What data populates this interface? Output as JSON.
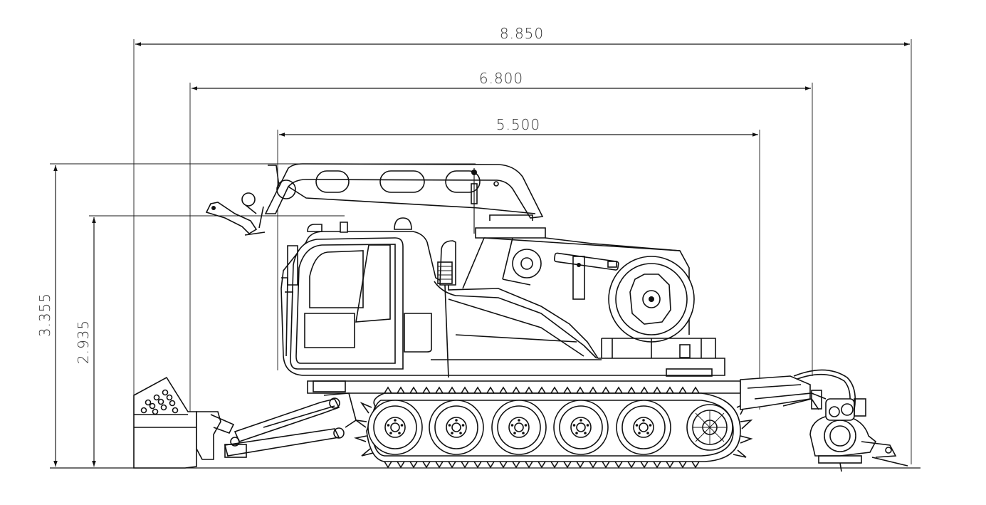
{
  "dimensions": {
    "overall_length": "8.850",
    "length_with_blade": "6.800",
    "vehicle_length": "5.500",
    "overall_height": "3.355",
    "cab_height": "2.935"
  },
  "colors": {
    "line": "#111111",
    "text": "#333333",
    "background": "#ffffff"
  }
}
